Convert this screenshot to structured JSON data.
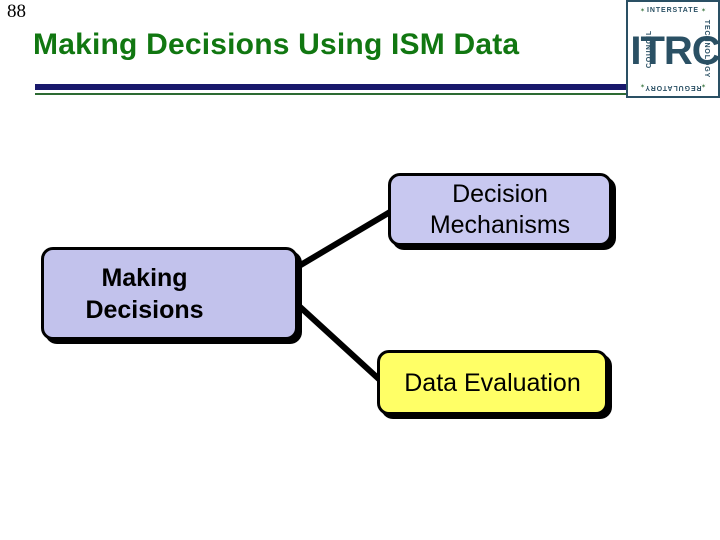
{
  "slide": {
    "number": "88",
    "title": "Making Decisions Using ISM Data"
  },
  "logo": {
    "name": "itrc-logo",
    "mark": "ITRC",
    "top_text": "INTERSTATE",
    "right_text": "TECHNOLOGY",
    "bottom_text": "REGULATORY",
    "left_text": "COUNCIL",
    "star": "✶",
    "colors": {
      "mark": "#2a5064",
      "border": "#2a5064",
      "star": "#3f7a45"
    }
  },
  "theme": {
    "title_color": "#117711",
    "rule_navy": "#18186c",
    "rule_green": "#2d6b33",
    "node_lavender": "#c8c8f0",
    "node_yellow": "#ffff66",
    "node_border": "#000000"
  },
  "diagram": {
    "nodes": [
      {
        "id": "making-decisions",
        "label": "Making\nDecisions",
        "line1": "Making",
        "line2": "Decisions",
        "fill": "#c2c2ec"
      },
      {
        "id": "decision-mechanisms",
        "label": "Decision Mechanisms",
        "line1": "Decision",
        "line2": "Mechanisms",
        "fill": "#c8c8f0"
      },
      {
        "id": "data-evaluation",
        "label": "Data Evaluation",
        "line1": "Data Evaluation",
        "line2": "",
        "fill": "#ffff66"
      }
    ],
    "connectors": [
      {
        "from": "making-decisions",
        "to": "decision-mechanisms"
      },
      {
        "from": "making-decisions",
        "to": "data-evaluation"
      }
    ]
  }
}
